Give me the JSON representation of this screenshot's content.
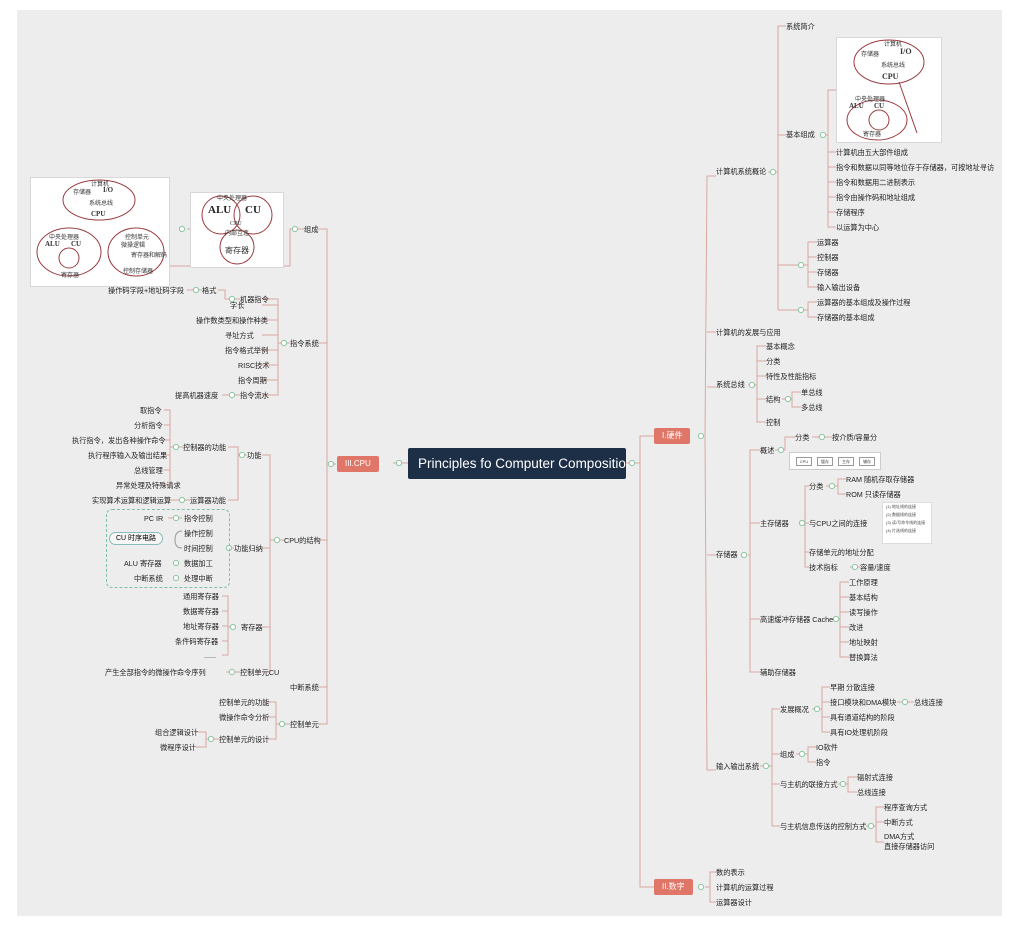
{
  "root": "Principles fo Computer Compositio",
  "branches": {
    "hw": "I.硬件",
    "num": "II.数字",
    "cpu": "III.CPU"
  },
  "hw": {
    "overview": "计算机系统概论",
    "intro": "系统简介",
    "basic": "基本组成",
    "basic_items": [
      "计算机由五大部件组成",
      "指令和数据以同等地位存于存储器，可按地址寻访",
      "指令和数据用二进制表示",
      "指令由操作码和地址组成",
      "存储程序",
      "以运算为中心"
    ],
    "parts": [
      "运算器",
      "控制器",
      "存储器",
      "输入输出设备"
    ],
    "alu_proc": "运算器的基本组成及操作过程",
    "mem_basic": "存储器的基本组成",
    "dev": "计算机的发展与应用",
    "bus": "系统总线",
    "bus_items": [
      "基本概念",
      "分类",
      "特性及性能指标",
      "结构",
      "控制"
    ],
    "bus_struct": [
      "单总线",
      "多总线"
    ],
    "storage": "存储器",
    "ov": "概述",
    "cls": "分类",
    "cls_detail": "按介质/容量分",
    "main": "主存储器",
    "m_cls": "分类",
    "m_cls_items": [
      "RAM 随机存取存储器",
      "ROM 只读存储器"
    ],
    "cpu_conn": "与CPU之间的连接",
    "addr": "存储单元的地址分配",
    "tech": "技术指标",
    "cap": "容量/速度",
    "cache": "高速缓冲存储器 Cache",
    "cache_items": [
      "工作原理",
      "基本结构",
      "读写操作",
      "改进",
      "地址映射",
      "替换算法"
    ],
    "aux": "辅助存储器",
    "io": "输入输出系统",
    "devhist": "发展概况",
    "early": "早期",
    "early_d": "分散连接",
    "hist_items": [
      "接口模块和DMA模块",
      "具有通道结构的阶段",
      "具有IO处理机阶段"
    ],
    "total": "总线连接",
    "comp": "组成",
    "comp_items": [
      "IO软件",
      "指令"
    ],
    "link": "与主机的联接方式",
    "link_items": [
      "辐射式连接",
      "总线连接"
    ],
    "ctrl": "与主机信息传送的控制方式",
    "ctrl_items": [
      "程序查询方式",
      "中断方式",
      "DMA方式",
      "直接存储器访问"
    ]
  },
  "num": {
    "items": [
      "数的表示",
      "计算机的运算过程",
      "运算器设计"
    ]
  },
  "cpu": {
    "compose": "组成",
    "isa": "指令系统",
    "mi": "机器指令",
    "fmt": "格式",
    "fmt_d": "操作码字段+地址码字段",
    "isa_items": [
      "字长",
      "操作数类型和操作种类",
      "寻址方式",
      "指令格式举例",
      "RISC技术",
      "指令周期"
    ],
    "pipe": "指令流水",
    "pipe_d": "提高机器速度",
    "struct": "CPU的结构",
    "func": "功能",
    "ctrlfunc": "控制器的功能",
    "ctrl_items": [
      "取指令",
      "分析指令",
      "执行指令，发出各种操作命令",
      "执行程序输入及输出结果",
      "总线管理",
      "异常处理及特殊请求"
    ],
    "alufunc": "运算器功能",
    "alufunc_d": "实现算术运算和逻辑运算",
    "sum": "功能归纳",
    "sum_rows": [
      [
        "PC  IR",
        "指令控制"
      ],
      [
        "",
        "操作控制"
      ],
      [
        "",
        "时间控制"
      ],
      [
        "ALU  寄存器",
        "数据加工"
      ],
      [
        "中断系统",
        "处理中断"
      ]
    ],
    "cu": "CU  时序电路",
    "regs": "寄存器",
    "reg_items": [
      "通用寄存器",
      "数据寄存器",
      "地址寄存器",
      "条件码寄存器",
      "......"
    ],
    "cuu": "控制单元CU",
    "cuu_d": "产生全部指令的微操作命令序列",
    "int": "中断系统",
    "cunit": "控制单元",
    "cunit_items": [
      "控制单元的功能",
      "微操作命令分析"
    ],
    "cdesign": "控制单元的设计",
    "cdesign_items": [
      "组合逻辑设计",
      "微程序设计"
    ]
  },
  "figures": {
    "computer": "计算机",
    "storage": "存储器",
    "io": "I/O",
    "sysbus": "系统总线",
    "cpu": "CPU",
    "cpu_title": "中央处理器",
    "alu": "ALU",
    "cu": "CU",
    "cpu_bus": "CPU内部互连",
    "regs": "寄存器",
    "cu_title": "控制单元",
    "cu_a": "微操逻辑",
    "cu_b": "寄存器和解码",
    "cu_c": "控制存储器",
    "internal": "内部互连"
  },
  "strip_labels": [
    "CPU",
    "缓存",
    "主存",
    "辅存"
  ],
  "legend_items": [
    "(1) 地址线的连接",
    "(2) 数据线的连接",
    "(3) 读/写命令线的连接",
    "(4) 片选线的连接"
  ],
  "colors": {
    "canvas": "#ededee",
    "root": "#1c2f47",
    "branch": "#e07667",
    "link": "#d9a89f",
    "collapse": "#8cc7a0"
  }
}
